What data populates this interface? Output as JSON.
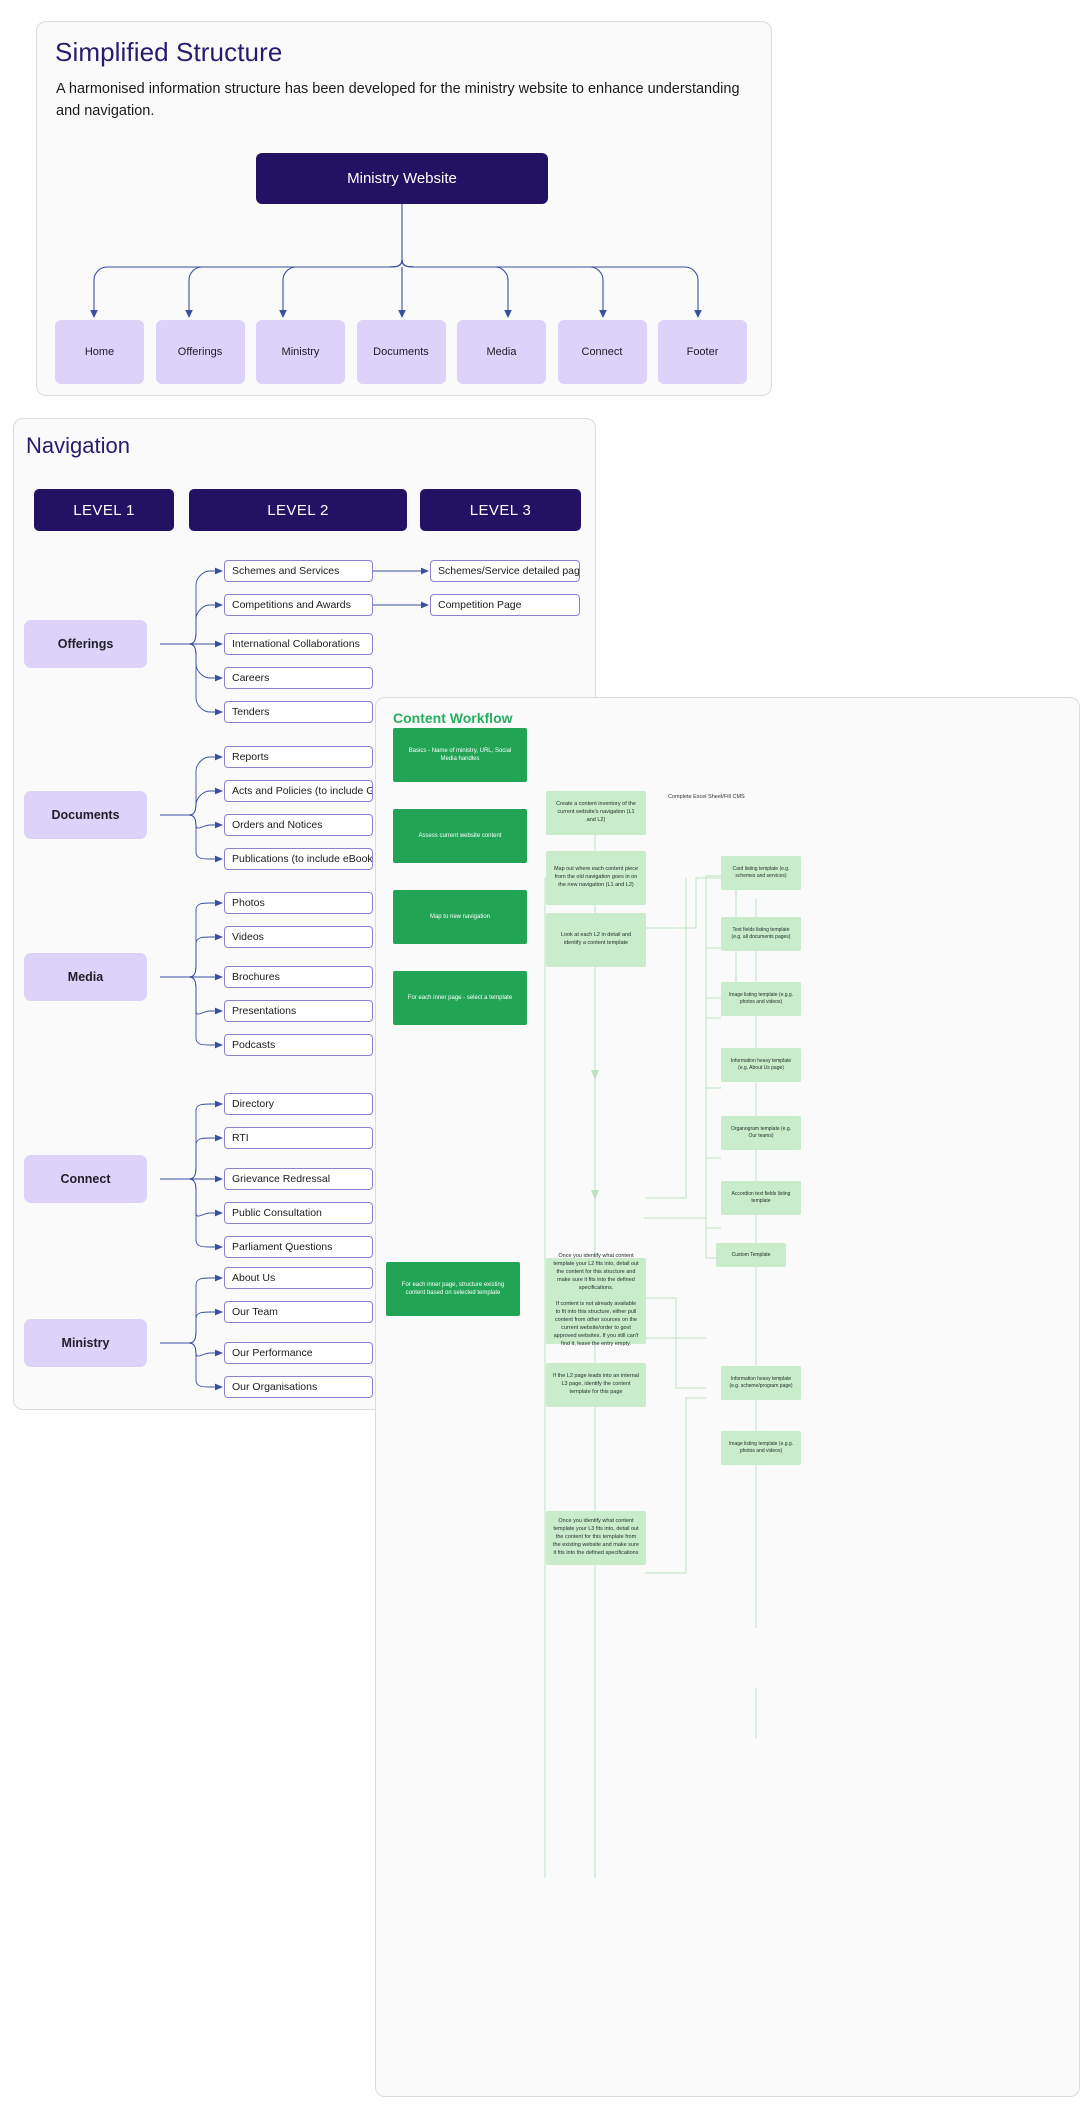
{
  "structure": {
    "title": "Simplified Structure",
    "description": "A harmonised information structure has been developed for the ministry website to enhance understanding and navigation.",
    "root": "Ministry Website",
    "leaves": [
      "Home",
      "Offerings",
      "Ministry",
      "Documents",
      "Media",
      "Connect",
      "Footer"
    ],
    "colors": {
      "root_bg": "#231163",
      "leaf_bg": "#ddd2fa",
      "connector": "#3a4fa0",
      "title": "#2a1a6e"
    }
  },
  "navigation": {
    "title": "Navigation",
    "levels": [
      "LEVEL 1",
      "LEVEL 2",
      "LEVEL 3"
    ],
    "groups": [
      {
        "l1": "Offerings",
        "l2": [
          {
            "label": "Schemes and Services",
            "l3": "Schemes/Service detailed page"
          },
          {
            "label": "Competitions and Awards",
            "l3": "Competition Page"
          },
          {
            "label": "International Collaborations",
            "l3": null
          },
          {
            "label": "Careers",
            "l3": null
          },
          {
            "label": "Tenders",
            "l3": null
          }
        ]
      },
      {
        "l1": "Documents",
        "l2": [
          {
            "label": "Reports",
            "l3": null
          },
          {
            "label": "Acts and Policies (to include Guid...",
            "l3": null
          },
          {
            "label": "Orders and Notices",
            "l3": null
          },
          {
            "label": "Publications  (to include eBooks)",
            "l3": null
          }
        ]
      },
      {
        "l1": "Media",
        "l2": [
          {
            "label": "Photos",
            "l3": null
          },
          {
            "label": "Videos",
            "l3": null
          },
          {
            "label": "Brochures",
            "l3": null
          },
          {
            "label": "Presentations",
            "l3": null
          },
          {
            "label": "Podcasts",
            "l3": null
          }
        ]
      },
      {
        "l1": "Connect",
        "l2": [
          {
            "label": "Directory",
            "l3": null
          },
          {
            "label": "RTI",
            "l3": null
          },
          {
            "label": "Grievance Redressal",
            "l3": null
          },
          {
            "label": "Public Consultation",
            "l3": null
          },
          {
            "label": "Parliament Questions",
            "l3": null
          }
        ]
      },
      {
        "l1": "Ministry",
        "l2": [
          {
            "label": "About Us",
            "l3": null
          },
          {
            "label": "Our Team",
            "l3": null
          },
          {
            "label": "Our Performance",
            "l3": null
          },
          {
            "label": "Our Organisations",
            "l3": null
          }
        ]
      }
    ],
    "colors": {
      "level_bg": "#231163",
      "l1_bg": "#ddd2fa",
      "box_border": "#8f7fd0",
      "title": "#2a1a6e"
    }
  },
  "workflow": {
    "title": "Content Workflow",
    "note": "Complete Excel Sheet/Fill CMS",
    "steps": [
      "Basics - Name of ministry, URL, Social Media handles",
      "Assess current website content",
      "Map to new navigation",
      "For each inner page - select a template",
      "For each inner page, structure existing content based on selected template"
    ],
    "details": [
      "Create a content inventory of the current website's navigation (L1 and L2)",
      "Map out where each content piece from the old navigation goes in on the new navigation (L1 and L2)",
      "Look at each L2 in detail and identify a content template",
      "Once you identify what content template your L2 fits into, detail out the content for this structure and make sure it fits into the defined specifications.\n\nIf content is not already available to fit into this structure, either pull content from other sources on the current website/order to govt approved websites. If you still can't find it, leave the entry empty.",
      "If the L2 page leads into an internal L3 page, identify the content template for this page",
      "Once you identify what content template your L3 fits into, detail out the content for this template from the existing website and make sure it fits into the defined specifications"
    ],
    "templates": [
      "Card listing template (e.g. schemes and services)",
      "Text fields listing template (e.g. all documents pages)",
      "Image listing template (e.g.g. photos and videos)",
      "Information heavy template (e.g. About Us page)",
      "Organogram template (e.g. Our teams)",
      "Accordion text fields listing template",
      "Custom Template",
      "Information heavy template (e.g. scheme/program page)",
      "Image listing template (e.g.g. photos and videos)"
    ],
    "colors": {
      "title": "#27ae60",
      "dark_box": "#21a454",
      "light_box": "#c9ecca"
    }
  }
}
